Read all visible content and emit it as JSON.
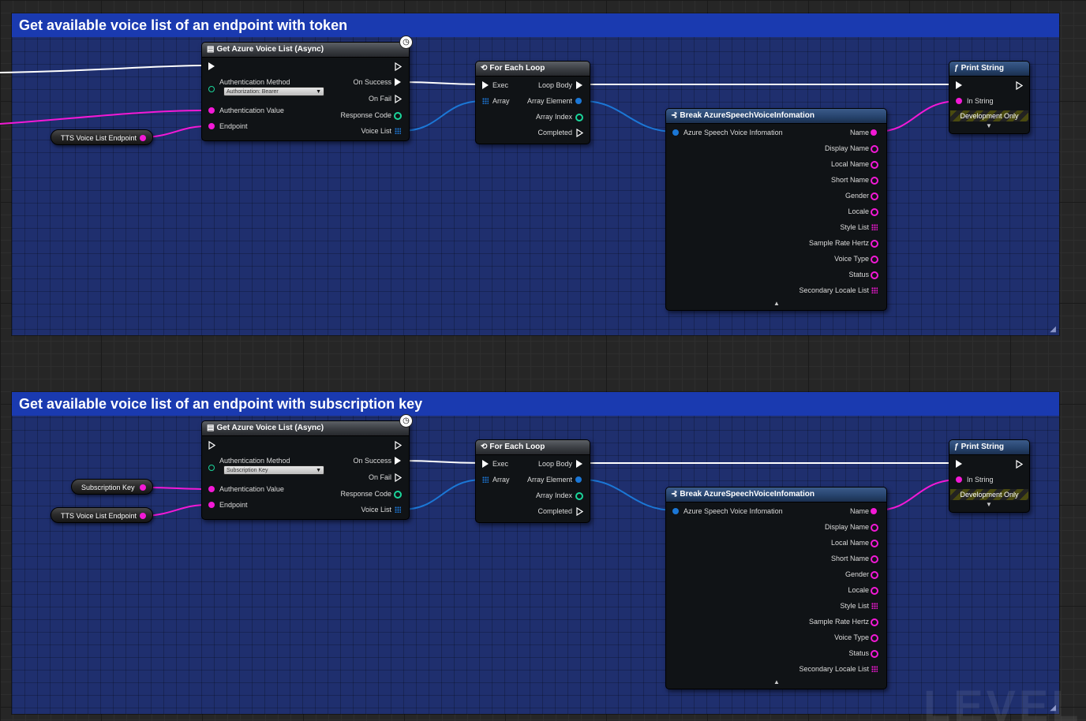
{
  "comment_1": {
    "title": "Get available voice list of an endpoint with token"
  },
  "comment_2": {
    "title": "Get available voice list of an endpoint with subscription key"
  },
  "async_node": {
    "title": "Get Azure Voice List (Async)",
    "auth_method_label": "Authentication Method",
    "auth_value_label": "Authentication Value",
    "endpoint_label": "Endpoint",
    "on_success": "On Success",
    "on_fail": "On Fail",
    "response_code": "Response Code",
    "voice_list": "Voice List",
    "auth_method_value_1": "Authorization: Bearer",
    "auth_method_value_2": "Subscription Key"
  },
  "for_each": {
    "title": "For Each Loop",
    "exec": "Exec",
    "array": "Array",
    "loop_body": "Loop Body",
    "array_element": "Array Element",
    "array_index": "Array Index",
    "completed": "Completed"
  },
  "break_node": {
    "title": "Break AzureSpeechVoiceInfomation",
    "input": "Azure Speech Voice Infomation",
    "outputs": [
      "Name",
      "Display Name",
      "Local Name",
      "Short Name",
      "Gender",
      "Locale",
      "Style List",
      "Sample Rate Hertz",
      "Voice Type",
      "Status",
      "Secondary Locale List"
    ]
  },
  "print_string": {
    "title": "Print String",
    "in_string": "In String",
    "dev_only": "Development Only"
  },
  "variables": {
    "tts_endpoint": "TTS Voice List Endpoint",
    "subscription_key": "Subscription Key"
  },
  "watermark": "LEVEL B",
  "colors": {
    "string_pin": "#f319d6",
    "struct_pin": "#1b77d6",
    "int_pin": "#1bd69b",
    "exec_pin": "#ffffff",
    "comment_bg": "#1f2f6e",
    "comment_header": "#1a3ab0"
  }
}
